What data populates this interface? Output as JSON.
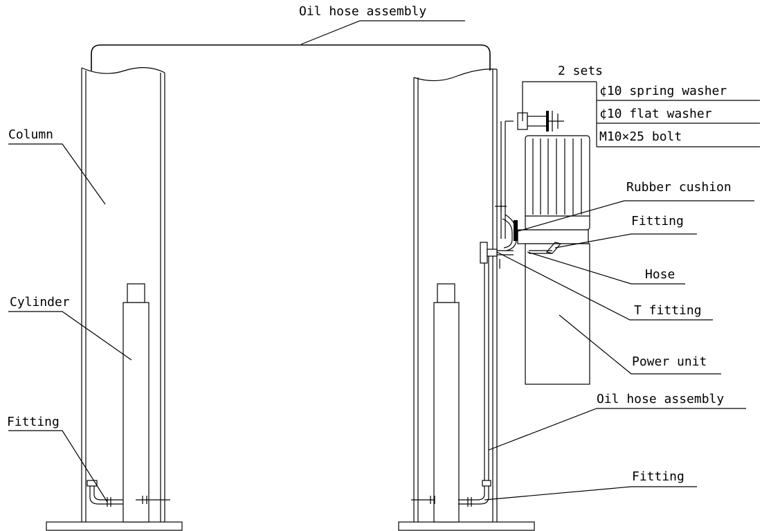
{
  "labels": {
    "oil_hose_top": "Oil hose assembly",
    "column": "Column",
    "cylinder": "Cylinder",
    "fitting_left": "Fitting",
    "two_sets": "2 sets",
    "spring_washer": "¢10 spring washer",
    "flat_washer": "¢10 flat washer",
    "bolt": "M10×25 bolt",
    "rubber_cushion": "Rubber cushion",
    "fitting_upper": "Fitting",
    "hose": "Hose",
    "t_fitting": "T fitting",
    "power_unit": "Power unit",
    "oil_hose_right": "Oil hose assembly",
    "fitting_bottom_right": "Fitting"
  }
}
